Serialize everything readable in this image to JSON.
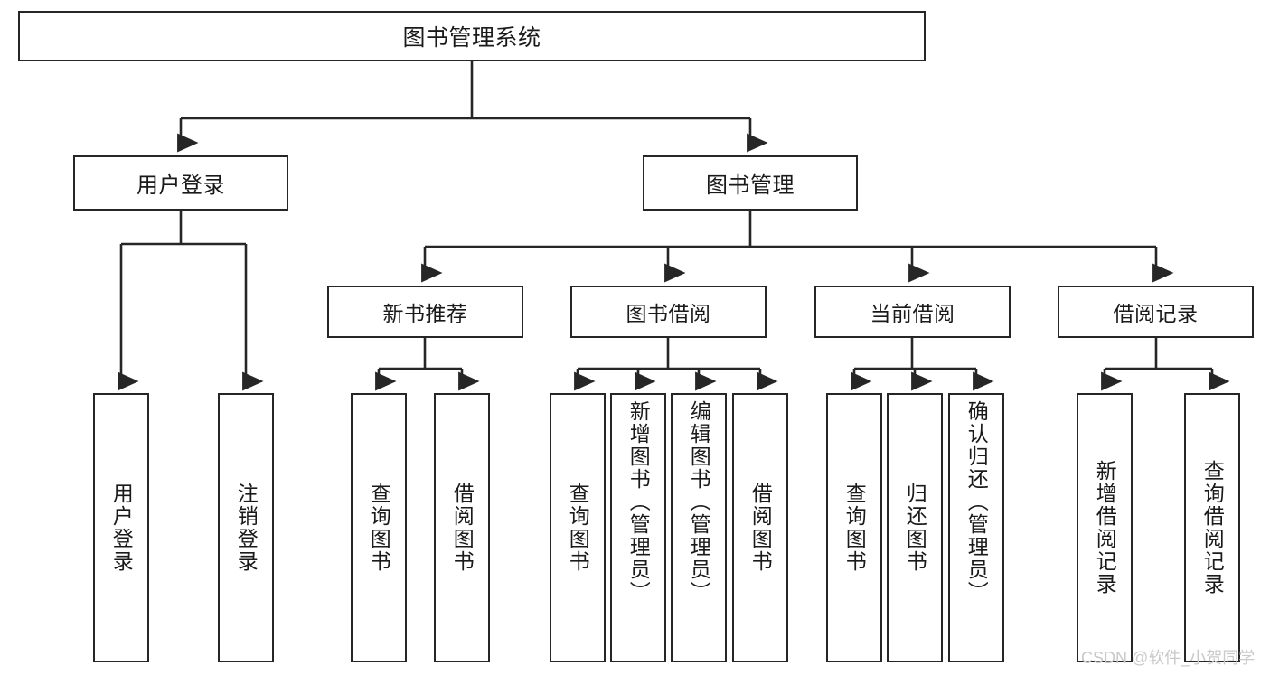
{
  "diagram": {
    "title": "图书管理系统",
    "type": "hierarchy-tree",
    "root": {
      "id": "root",
      "label": "图书管理系统"
    },
    "level1": [
      {
        "id": "user-login",
        "label": "用户登录"
      },
      {
        "id": "book-manage",
        "label": "图书管理"
      }
    ],
    "level2": [
      {
        "id": "new-book-recommend",
        "label": "新书推荐"
      },
      {
        "id": "book-borrow",
        "label": "图书借阅"
      },
      {
        "id": "current-borrow",
        "label": "当前借阅"
      },
      {
        "id": "borrow-record",
        "label": "借阅记录"
      }
    ],
    "leaves": [
      {
        "id": "leaf-user-login",
        "label": "用户登录",
        "parent": "user-login"
      },
      {
        "id": "leaf-logout",
        "label": "注销登录",
        "parent": "user-login"
      },
      {
        "id": "leaf-query-book-1",
        "label": "查询图书",
        "parent": "new-book-recommend"
      },
      {
        "id": "leaf-borrow-book-1",
        "label": "借阅图书",
        "parent": "new-book-recommend"
      },
      {
        "id": "leaf-query-book-2",
        "label": "查询图书",
        "parent": "book-borrow"
      },
      {
        "id": "leaf-add-book",
        "label": "新增图书（管理员）",
        "parent": "book-borrow"
      },
      {
        "id": "leaf-edit-book",
        "label": "编辑图书（管理员）",
        "parent": "book-borrow"
      },
      {
        "id": "leaf-borrow-book-2",
        "label": "借阅图书",
        "parent": "book-borrow"
      },
      {
        "id": "leaf-query-book-3",
        "label": "查询图书",
        "parent": "current-borrow"
      },
      {
        "id": "leaf-return-book",
        "label": "归还图书",
        "parent": "current-borrow"
      },
      {
        "id": "leaf-confirm-return",
        "label": "确认归还（管理员）",
        "parent": "current-borrow"
      },
      {
        "id": "leaf-add-record",
        "label": "新增借阅记录",
        "parent": "borrow-record"
      },
      {
        "id": "leaf-query-record",
        "label": "查询借阅记录",
        "parent": "borrow-record"
      }
    ],
    "colors": {
      "box_border": "#262626",
      "box_fill": "#ffffff",
      "text": "#1a1a1a",
      "edge": "#262626",
      "watermark": "#c9c9c9"
    },
    "watermark": "CSDN @软件_小贺同学"
  }
}
